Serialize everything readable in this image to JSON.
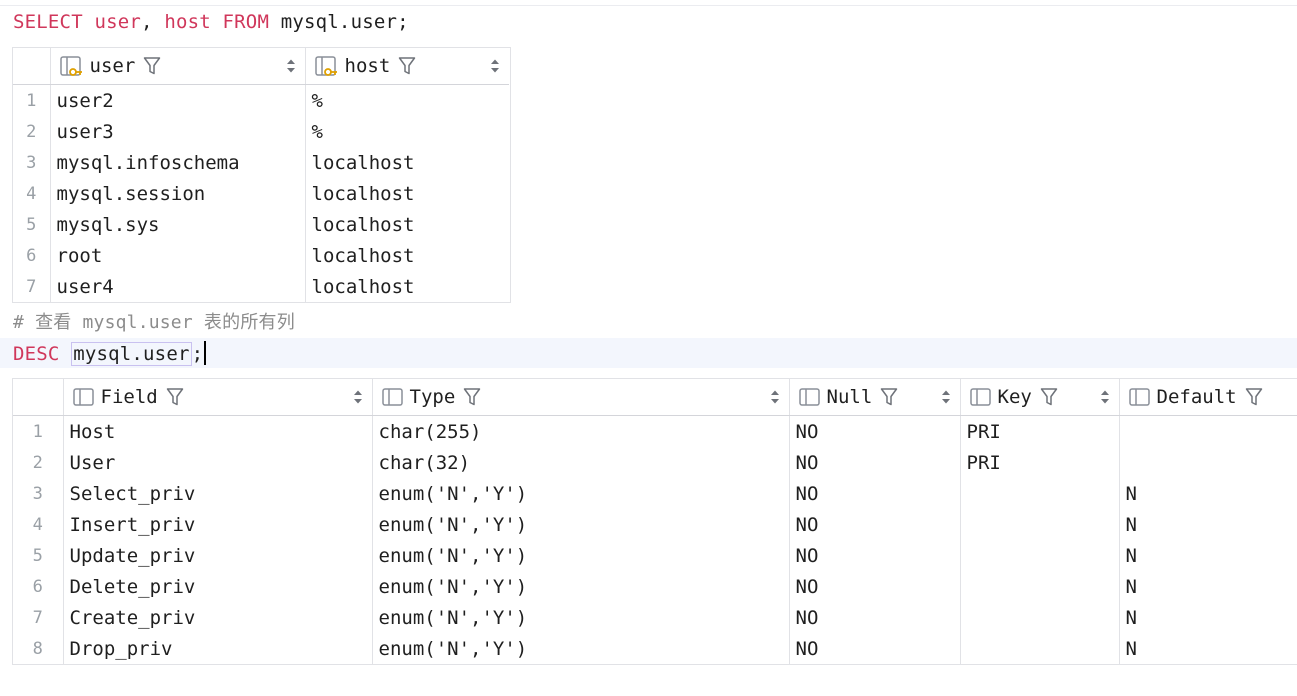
{
  "query1": {
    "keyword_select": "SELECT",
    "col_user": "user",
    "comma": ",",
    "col_host": "host",
    "keyword_from": "FROM",
    "table": "mysql.user;"
  },
  "result1": {
    "columns": [
      {
        "label": "user",
        "icon": "key-column-icon"
      },
      {
        "label": "host",
        "icon": "key-column-icon"
      }
    ],
    "rows": [
      {
        "n": "1",
        "user": "user2",
        "host": "%"
      },
      {
        "n": "2",
        "user": "user3",
        "host": "%"
      },
      {
        "n": "3",
        "user": "mysql.infoschema",
        "host": "localhost"
      },
      {
        "n": "4",
        "user": "mysql.session",
        "host": "localhost"
      },
      {
        "n": "5",
        "user": "mysql.sys",
        "host": "localhost"
      },
      {
        "n": "6",
        "user": "root",
        "host": "localhost"
      },
      {
        "n": "7",
        "user": "user4",
        "host": "localhost"
      }
    ]
  },
  "comment": "# 查看 mysql.user 表的所有列",
  "query2": {
    "keyword_desc": "DESC",
    "table": "mysql.user",
    "semicolon": ";"
  },
  "result2": {
    "columns": [
      {
        "label": "Field",
        "icon": "column-icon"
      },
      {
        "label": "Type",
        "icon": "column-icon"
      },
      {
        "label": "Null",
        "icon": "column-icon"
      },
      {
        "label": "Key",
        "icon": "column-icon"
      },
      {
        "label": "Default",
        "icon": "column-icon"
      }
    ],
    "rows": [
      {
        "n": "1",
        "field": "Host",
        "type": "char(255)",
        "null": "NO",
        "key": "PRI",
        "default": ""
      },
      {
        "n": "2",
        "field": "User",
        "type": "char(32)",
        "null": "NO",
        "key": "PRI",
        "default": ""
      },
      {
        "n": "3",
        "field": "Select_priv",
        "type": "enum('N','Y')",
        "null": "NO",
        "key": "",
        "default": "N"
      },
      {
        "n": "4",
        "field": "Insert_priv",
        "type": "enum('N','Y')",
        "null": "NO",
        "key": "",
        "default": "N"
      },
      {
        "n": "5",
        "field": "Update_priv",
        "type": "enum('N','Y')",
        "null": "NO",
        "key": "",
        "default": "N"
      },
      {
        "n": "6",
        "field": "Delete_priv",
        "type": "enum('N','Y')",
        "null": "NO",
        "key": "",
        "default": "N"
      },
      {
        "n": "7",
        "field": "Create_priv",
        "type": "enum('N','Y')",
        "null": "NO",
        "key": "",
        "default": "N"
      },
      {
        "n": "8",
        "field": "Drop_priv",
        "type": "enum('N','Y')",
        "null": "NO",
        "key": "",
        "default": "N"
      }
    ]
  },
  "colors": {
    "keyword": "#d0375b",
    "comment": "#8c8c8c",
    "row_number": "#9aa0a6",
    "current_line": "#f3f6fd",
    "grid_border": "#e1e2e6"
  }
}
